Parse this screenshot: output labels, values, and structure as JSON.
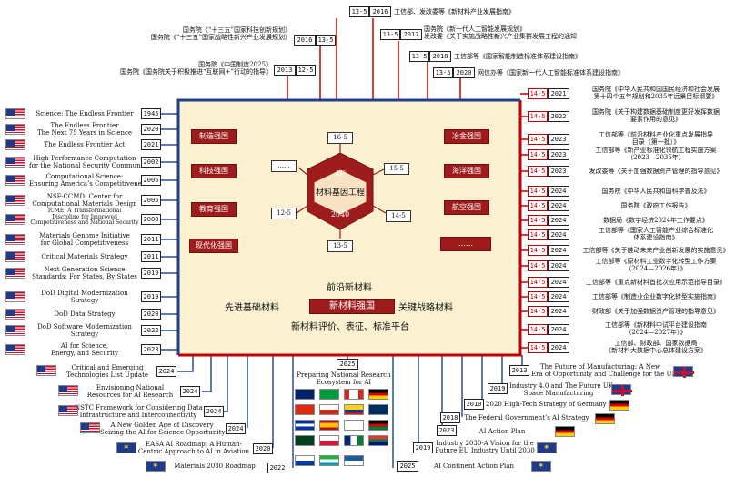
{
  "center": {
    "top_label": "16-5",
    "upper_right_label": "15-5",
    "right_label": "14-5",
    "bottom_label": "13-5",
    "left_label": "12-5",
    "ellipsis_left": "……",
    "ai_label": "AI²",
    "title": "材料基因工程",
    "year": "2040"
  },
  "red_boxes": {
    "left": [
      "制造强国",
      "科技强国",
      "教育强国",
      "现代化强国"
    ],
    "right": [
      "冶金强国",
      "海洋强国",
      "航空强国",
      "……"
    ]
  },
  "bottom": {
    "line1": "前沿新材料",
    "left": "先进基础材料",
    "center": "新材料强国",
    "right": "关键战略材料",
    "line3": "新材料评价、表征、标准平台"
  },
  "top_items": [
    {
      "year": "2016",
      "period": "13-5",
      "text": "工信部、发改委等《新材料产业发展指南》"
    },
    {
      "year": "2017",
      "period": "13-5",
      "text_lines": [
        "国务院《新一代人工智能发展规划》",
        "发改委《关于实施战略性新兴产业集群发展工程的通知"
      ]
    },
    {
      "year": "2018",
      "period": "13-5",
      "text": "工信部等《国家智能制造标准体系建设指南》"
    },
    {
      "year": "2020",
      "period": "13-5",
      "text": "网信办等《国家新一代人工智能标准体系建设指南》"
    }
  ],
  "top_left_items": [
    {
      "year": "2016",
      "period": "13-5",
      "text_lines": [
        "国务院《“十三五”国家科技创新规划》",
        "国务院《“十三五”国家战略性新兴产业发展规划》"
      ]
    },
    {
      "year": "2013",
      "period": "12-5",
      "text_lines": [
        "国务院《中国制造2025》",
        "国务院《国务院关于积极推进“互联网+”行动的指导》"
      ]
    }
  ],
  "right_items": [
    {
      "period": "14-5",
      "year": "2021",
      "text_lines": [
        "国务院《中华人民共和国国民经济和社会发展",
        "第十四个五年规划和2035年远景目标纲要》"
      ]
    },
    {
      "period": "14-5",
      "year": "2022",
      "text_lines": [
        "国务院《关于构建数据基础制度更好发挥数据",
        "要素作用的意见》"
      ]
    },
    {
      "period": "14-5",
      "year": "2023",
      "text_lines": [
        "工信部等《前沿材料产业化重点发展指导",
        "目录（第一批）》"
      ]
    },
    {
      "period": "14-5",
      "year": "2023",
      "text_lines": [
        "工信部等《新产业标准化领航工程实施方案",
        "（2023—2035年）"
      ]
    },
    {
      "period": "14-5",
      "year": "2023",
      "text_lines": [
        "发改委等《关于加强数据资产管理的指导意见》"
      ]
    },
    {
      "period": "14-5",
      "year": "2024",
      "text_lines": [
        "国务院《中华人民共和国科学普及法》"
      ]
    },
    {
      "period": "14-5",
      "year": "2024",
      "text_lines": [
        "国务院《政府工作报告》"
      ]
    },
    {
      "period": "14-5",
      "year": "2024",
      "text_lines": [
        "数据局《数字经济2024年工作要点》"
      ]
    },
    {
      "period": "14-5",
      "year": "2024",
      "text_lines": [
        "工信部等《国家人工智能产业综合标准化",
        "体系建设指南》"
      ]
    },
    {
      "period": "14-5",
      "year": "2024",
      "text_lines": [
        "工信部等《关于推动未来产业创新发展的实施意见》"
      ]
    },
    {
      "period": "14-5",
      "year": "2024",
      "text_lines": [
        "工信部等《原材料工业数字化转型工作方案",
        "（2024—2026年）》"
      ]
    },
    {
      "period": "14-5",
      "year": "2024",
      "text_lines": [
        "工信部等《重点新材料首批次应用示范指导目录》"
      ]
    },
    {
      "period": "14-5",
      "year": "2024",
      "text_lines": [
        "工信部等《制造业企业数字化转型实施指南》"
      ]
    },
    {
      "period": "14-5",
      "year": "2024",
      "text_lines": [
        "财政部《关于加强数据资产管理的指导意见》"
      ]
    },
    {
      "period": "14-5",
      "year": "2024",
      "text_lines": [
        "工信部等《新材料中试平台建设指南",
        "（2024—2027年）》"
      ]
    },
    {
      "period": "14-5",
      "year": "2024",
      "text_lines": [
        "工信部、财政部、国家数据局",
        "《新材料大数据中心总体建设方案》"
      ]
    }
  ],
  "left_items": [
    {
      "year": "1945",
      "text_lines": [
        "Science: The Endless Frontier"
      ]
    },
    {
      "year": "2020",
      "text_lines": [
        "The Endless Frontier",
        "The Next 75 Years in Science"
      ]
    },
    {
      "year": "2021",
      "text_lines": [
        "The Endless Frontier Act"
      ]
    },
    {
      "year": "2002",
      "text_lines": [
        "High Performance Computation",
        "for the National Security Community"
      ]
    },
    {
      "year": "2005",
      "text_lines": [
        "Computational Science:",
        "Ensuring America’s Competitiveness"
      ]
    },
    {
      "year": "2005",
      "text_lines": [
        "NSF-CCMD: Center for",
        "Computational Materials Design"
      ]
    },
    {
      "year": "2008",
      "text_lines": [
        "ICME: A Transformational",
        "Discipline for Improved",
        "Competitiveness and National Security"
      ]
    },
    {
      "year": "2011",
      "text_lines": [
        "Materials Genome Initiative",
        "for Global Competitiveness"
      ]
    },
    {
      "year": "2011",
      "text_lines": [
        "Critical Materials Strategy"
      ]
    },
    {
      "year": "2019",
      "text_lines": [
        "Next Generation Science",
        "Standards: For States, By States"
      ]
    },
    {
      "year": "2019",
      "text_lines": [
        "DoD Digital Modernization",
        "Strategy"
      ]
    },
    {
      "year": "2020",
      "text_lines": [
        "DoD Data Strategy"
      ]
    },
    {
      "year": "2022",
      "text_lines": [
        "DoD Software Modernization",
        "Strategy"
      ]
    },
    {
      "year": "2023",
      "text_lines": [
        "AI for Science,",
        "Energy, and Security"
      ]
    }
  ],
  "bottom_left_items": [
    {
      "year": "2024",
      "text_lines": [
        "Critical and Emerging",
        "Technologies List Update"
      ]
    },
    {
      "year": "2024",
      "text_lines": [
        "Envisioning National",
        "Resources for AI Research"
      ]
    },
    {
      "year": "2024",
      "text_lines": [
        "NSTC Framework for Considering Data",
        "Infrastructure and Interconnectivity"
      ]
    },
    {
      "year": "2024",
      "text_lines": [
        "A New Golden Age of Discovery",
        "Seizing the AI for Science Opportunity"
      ]
    },
    {
      "year": "2020",
      "text_lines": [
        "EASA AI Roadmap: A Human-",
        "Centric Approach to AI in Aviation"
      ]
    },
    {
      "year": "2022",
      "text_lines": [
        "Materials 2030 Roadmap"
      ]
    }
  ],
  "bottom_center": {
    "year": "2025",
    "title_lines": [
      "Preparing National Research",
      "Ecosystem for AI"
    ],
    "year2": "2025"
  },
  "bottom_right_items": [
    {
      "year": "2013",
      "text_lines": [
        "The Future of Manufacturing: A New",
        "Era of Opportunity and Challenge for the UK"
      ]
    },
    {
      "year": "2019",
      "text_lines": [
        "Industry 4.0 and The Future UK",
        "Space Manufacturing"
      ]
    },
    {
      "year": "2010",
      "text_lines": [
        "2020 High-Tech Strategy of Germany"
      ]
    },
    {
      "year": "2018",
      "text_lines": [
        "The Federal Government’s AI Strategy"
      ]
    },
    {
      "year": "2023",
      "text_lines": [
        "AI Action Plan"
      ]
    },
    {
      "year": "2019",
      "text_lines": [
        "Industry 2030-A Vision for the",
        "Future EU Industry Until 2030"
      ]
    },
    {
      "year": "2025",
      "text_lines": [
        "AI Continent Action Plan"
      ]
    }
  ],
  "colors": {
    "frame": "#1f3f86",
    "red": "#c00000",
    "panel": "#fbf0cf",
    "hex": "#9e1c1c"
  }
}
